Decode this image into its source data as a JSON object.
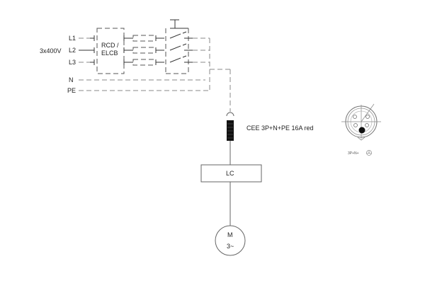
{
  "diagram": {
    "supply_label": "3x400V",
    "phases": [
      "L1",
      "L2",
      "L3"
    ],
    "neutral_label": "N",
    "earth_label": "PE",
    "rcd_label_line1": "RCD /",
    "rcd_label_line2": "ELCB",
    "plug_label": "CEE 3P+N+PE 16A red",
    "controller_label": "LC",
    "motor_label_line1": "M",
    "motor_label_line2": "3~",
    "socket_caption": "3P+N+"
  }
}
